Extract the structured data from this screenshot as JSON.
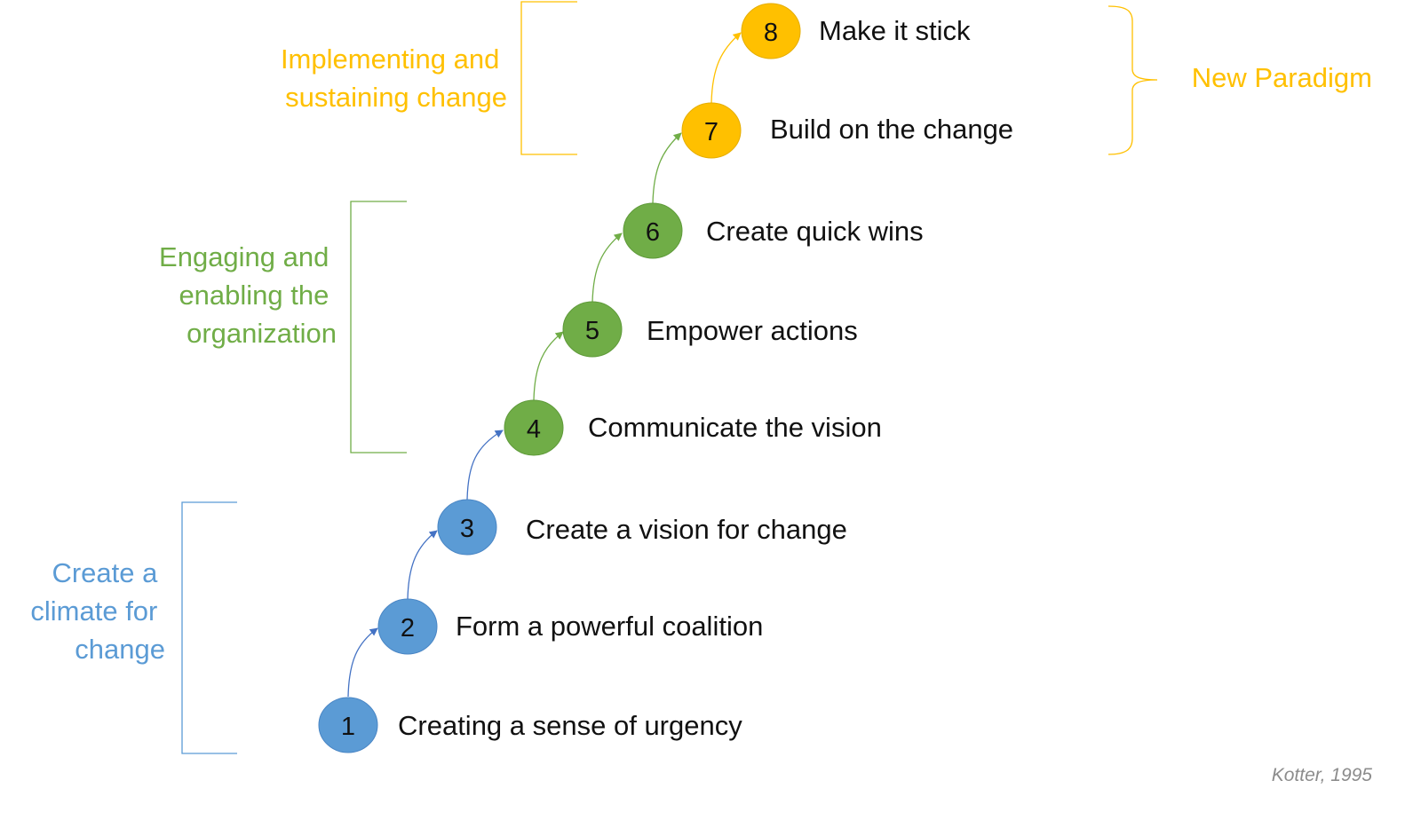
{
  "colors": {
    "blue": "#5b9bd5",
    "green": "#70ad47",
    "gold": "#ffc000",
    "text": "#111111",
    "credit": "#8c8c8c"
  },
  "steps": [
    {
      "number": "1",
      "label": "Creating a sense of urgency",
      "color": "#5b9bd5"
    },
    {
      "number": "2",
      "label": "Form a powerful coalition",
      "color": "#5b9bd5"
    },
    {
      "number": "3",
      "label": "Create a vision for change",
      "color": "#5b9bd5"
    },
    {
      "number": "4",
      "label": "Communicate the vision",
      "color": "#70ad47"
    },
    {
      "number": "5",
      "label": "Empower actions",
      "color": "#70ad47"
    },
    {
      "number": "6",
      "label": "Create quick wins",
      "color": "#70ad47"
    },
    {
      "number": "7",
      "label": "Build on the change",
      "color": "#ffc000"
    },
    {
      "number": "8",
      "label": "Make it stick",
      "color": "#ffc000"
    }
  ],
  "groups": {
    "climate": {
      "lines": [
        "Create a",
        "climate for",
        "change"
      ],
      "color": "#5b9bd5"
    },
    "engage": {
      "lines": [
        "Engaging and",
        "enabling the",
        "organization"
      ],
      "color": "#70ad47"
    },
    "implement": {
      "lines": [
        "Implementing and",
        "sustaining change"
      ],
      "color": "#ffc000"
    },
    "paradigm": {
      "lines": [
        "New Paradigm"
      ],
      "color": "#ffc000"
    }
  },
  "credit": "Kotter, 1995"
}
